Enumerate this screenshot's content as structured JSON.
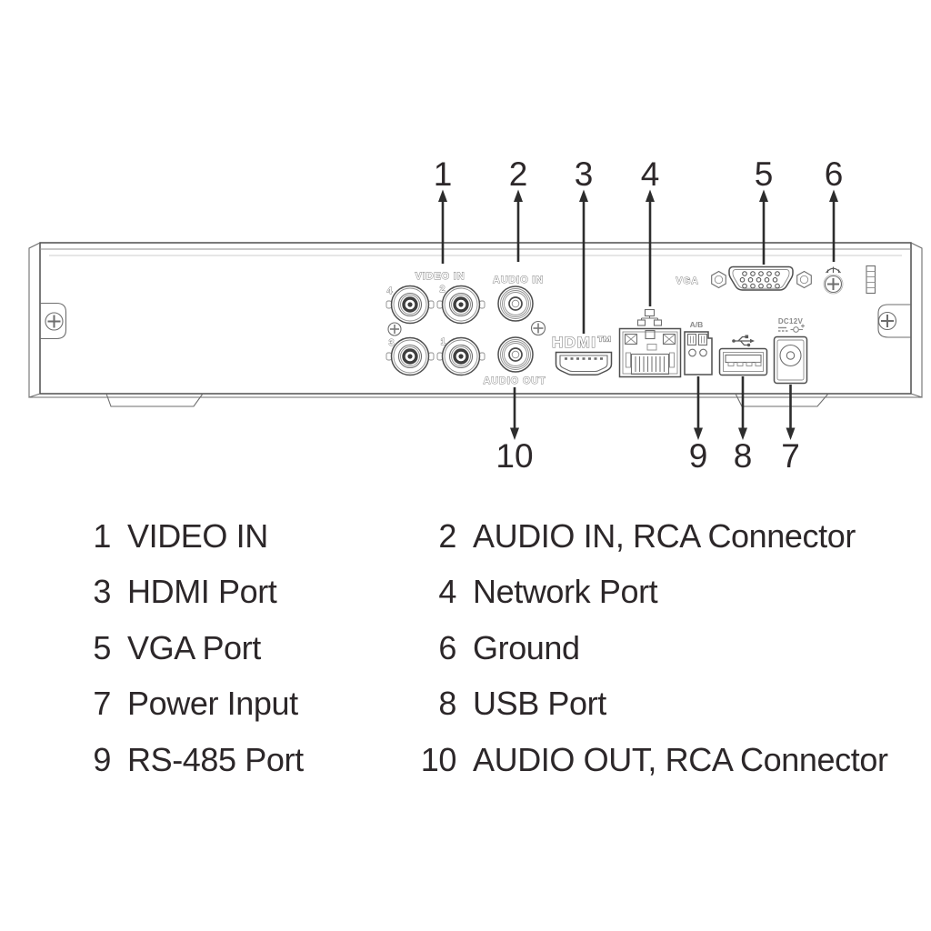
{
  "diagram": {
    "callout_numbers_top": [
      "1",
      "2",
      "3",
      "4",
      "5",
      "6"
    ],
    "callout_numbers_bottom": [
      "10",
      "9",
      "8",
      "7"
    ],
    "panel_labels": {
      "video_in": "VIDEO IN",
      "audio_in": "AUDIO IN",
      "audio_out": "AUDIO OUT",
      "hdmi": "HDMI™",
      "rs485_ab": "A/B",
      "vga": "VGA",
      "power": "DC12V",
      "bnc_numbers": [
        "4",
        "2",
        "3",
        "1"
      ]
    },
    "icons": {
      "network": "network-icon",
      "usb": "usb-icon",
      "ground": "ground-icon",
      "dc_polarity": "dc-polarity-icon",
      "screw": "screw-icon"
    },
    "colors": {
      "line": "#4f4f4f",
      "line_light": "#8e8e8e",
      "text": "#2d282a",
      "label_gray": "#8a8a8a",
      "background": "#ffffff"
    }
  },
  "legend": {
    "items": [
      {
        "num": "1",
        "label": "VIDEO IN"
      },
      {
        "num": "2",
        "label": "AUDIO IN, RCA Connector"
      },
      {
        "num": "3",
        "label": "HDMI Port"
      },
      {
        "num": "4",
        "label": "Network Port"
      },
      {
        "num": "5",
        "label": "VGA Port"
      },
      {
        "num": "6",
        "label": "Ground"
      },
      {
        "num": "7",
        "label": "Power Input"
      },
      {
        "num": "8",
        "label": "USB Port"
      },
      {
        "num": "9",
        "label": "RS-485 Port"
      },
      {
        "num": "10",
        "label": "AUDIO OUT, RCA Connector"
      }
    ]
  }
}
